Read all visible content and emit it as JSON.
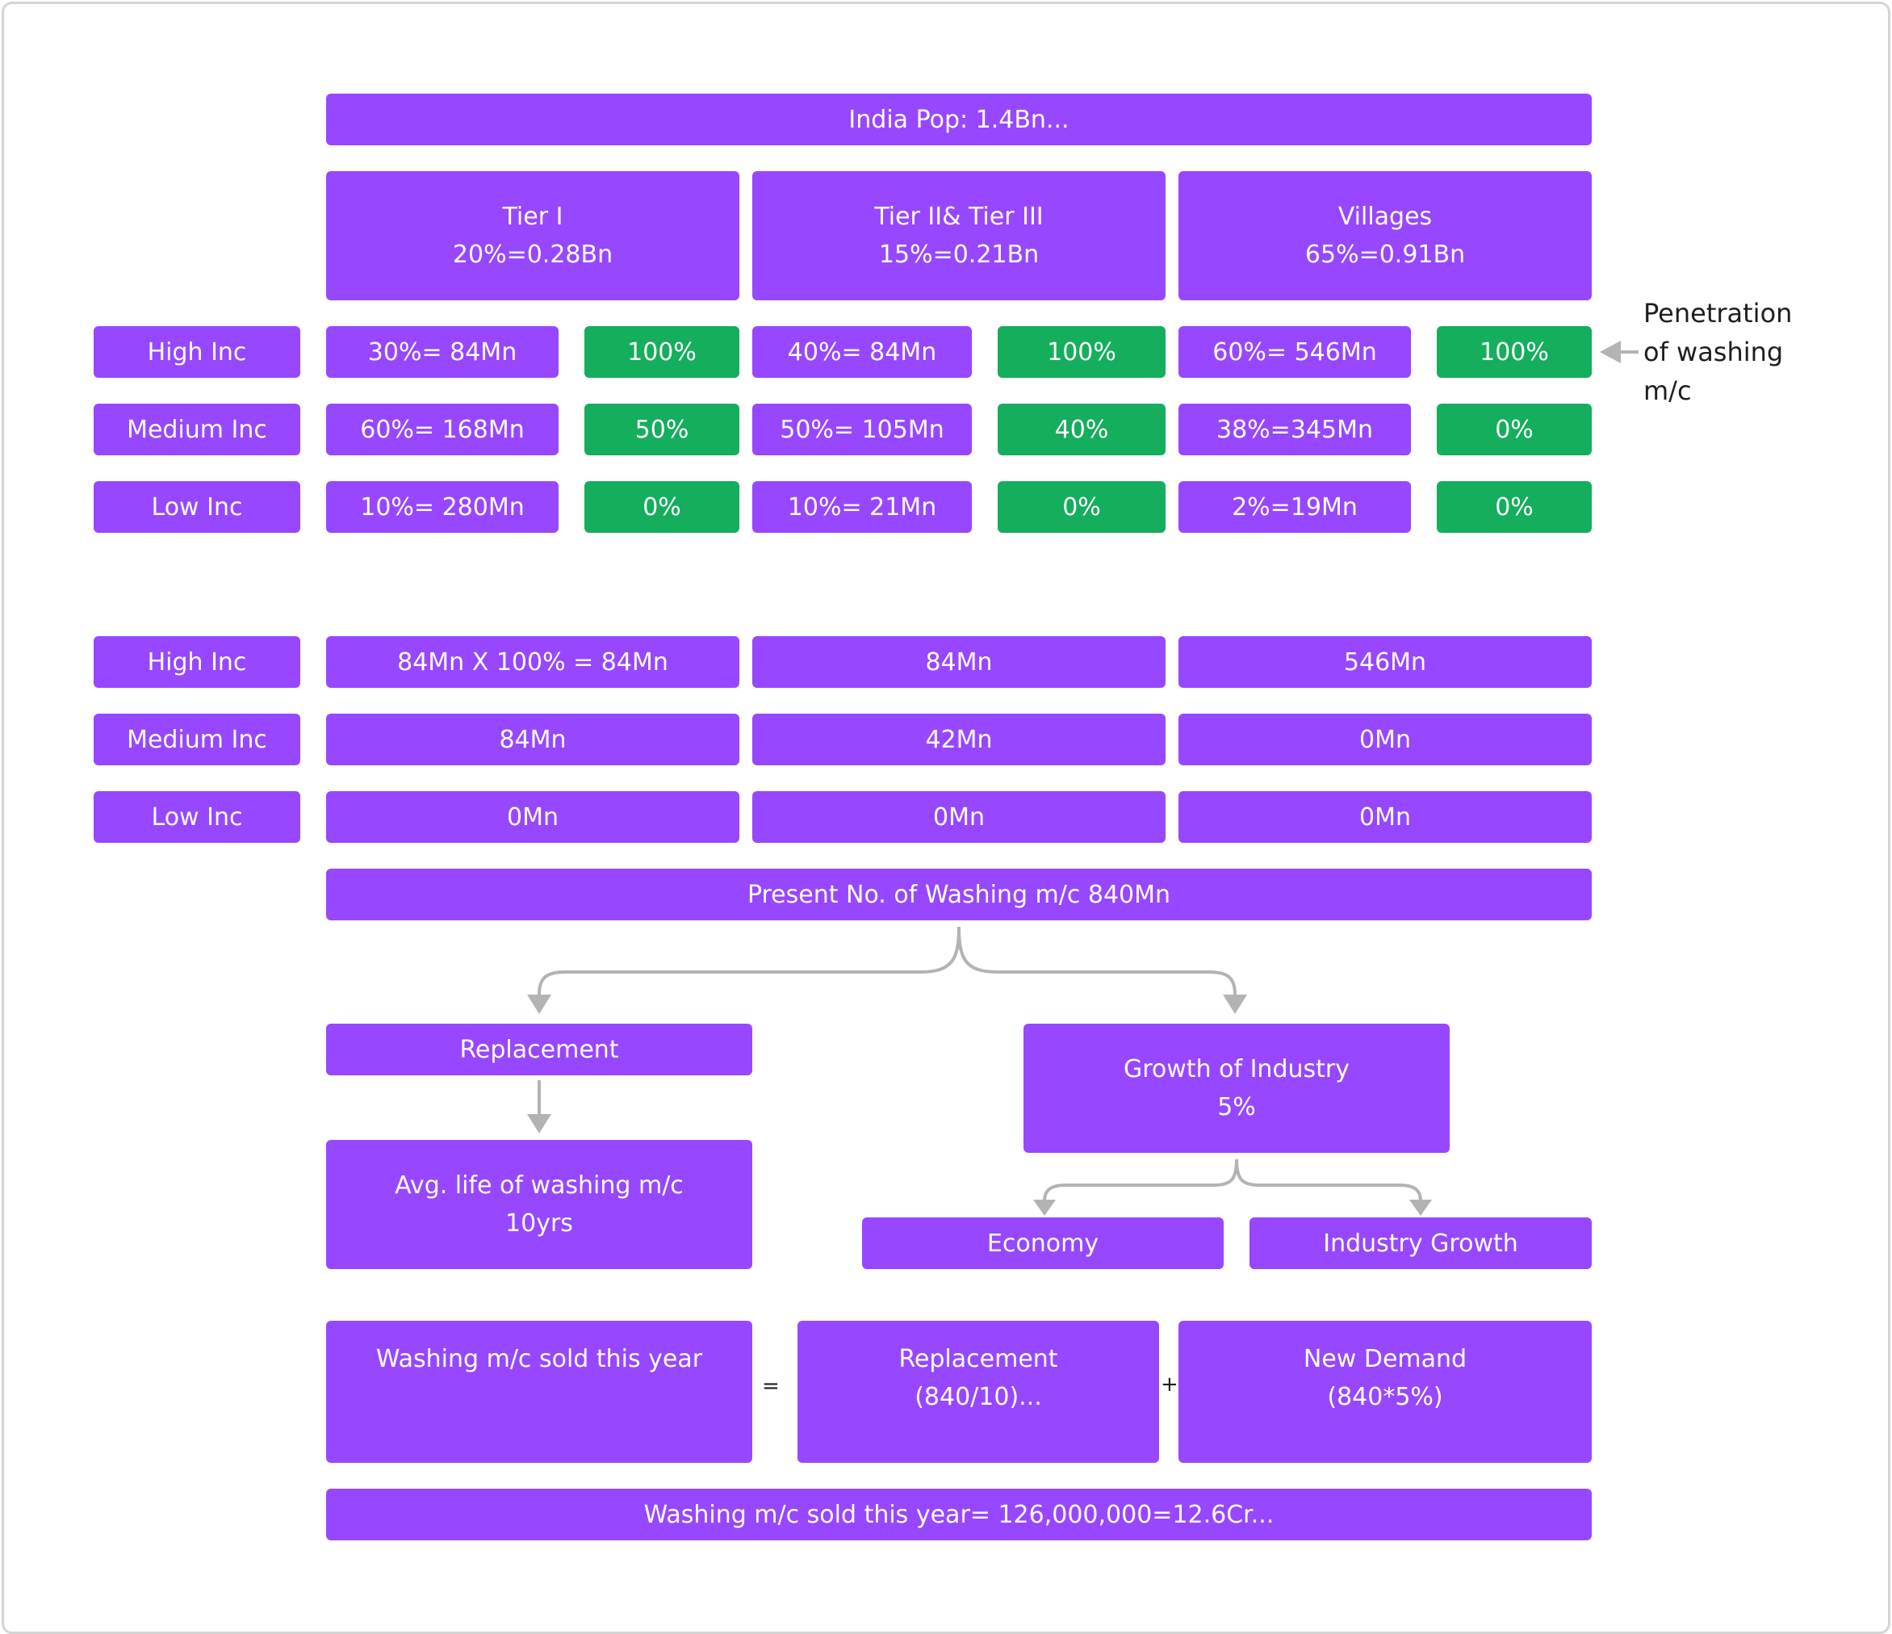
{
  "population": "India Pop: 1.4Bn...",
  "tiers": [
    {
      "name": "Tier I",
      "share": "20%=0.28Bn"
    },
    {
      "name": "Tier II& Tier III",
      "share": "15%=0.21Bn"
    },
    {
      "name": "Villages",
      "share": "65%=0.91Bn"
    }
  ],
  "income_labels": [
    "High Inc",
    "Medium Inc",
    "Low Inc"
  ],
  "segments": [
    [
      "30%= 84Mn",
      "40%= 84Mn",
      "60%= 546Mn"
    ],
    [
      "60%= 168Mn",
      "50%= 105Mn",
      "38%=345Mn"
    ],
    [
      "10%= 280Mn",
      "10%= 21Mn",
      "2%=19Mn"
    ]
  ],
  "penetration": [
    [
      "100%",
      "100%",
      "100%"
    ],
    [
      "50%",
      "40%",
      "0%"
    ],
    [
      "0%",
      "0%",
      "0%"
    ]
  ],
  "penetration_note": [
    "Penetration",
    "of washing",
    "m/c"
  ],
  "machines": [
    [
      "84Mn X 100% = 84Mn",
      "84Mn",
      "546Mn"
    ],
    [
      "84Mn",
      "42Mn",
      "0Mn"
    ],
    [
      "0Mn",
      "0Mn",
      "0Mn"
    ]
  ],
  "present_total": "Present No. of Washing m/c 840Mn",
  "replacement": "Replacement",
  "avg_life": {
    "line1": "Avg. life of washing m/c",
    "line2": "10yrs"
  },
  "growth": {
    "line1": "Growth of Industry",
    "line2": "5%"
  },
  "economy": "Economy",
  "industry_growth": "Industry Growth",
  "equation": {
    "lhs": "Washing m/c sold this year",
    "equals": "=",
    "replacement": {
      "line1": "Replacement",
      "line2": "(840/10)..."
    },
    "plus": "+",
    "new_demand": {
      "line1": "New Demand",
      "line2": "(840*5%)"
    }
  },
  "result": "Washing m/c sold this year= 126,000,000=12.6Cr...",
  "colors": {
    "box": "#9747ff",
    "penetration_box": "#14ae5c",
    "connector": "#b3b3b3",
    "border": "#d4d4d4"
  }
}
